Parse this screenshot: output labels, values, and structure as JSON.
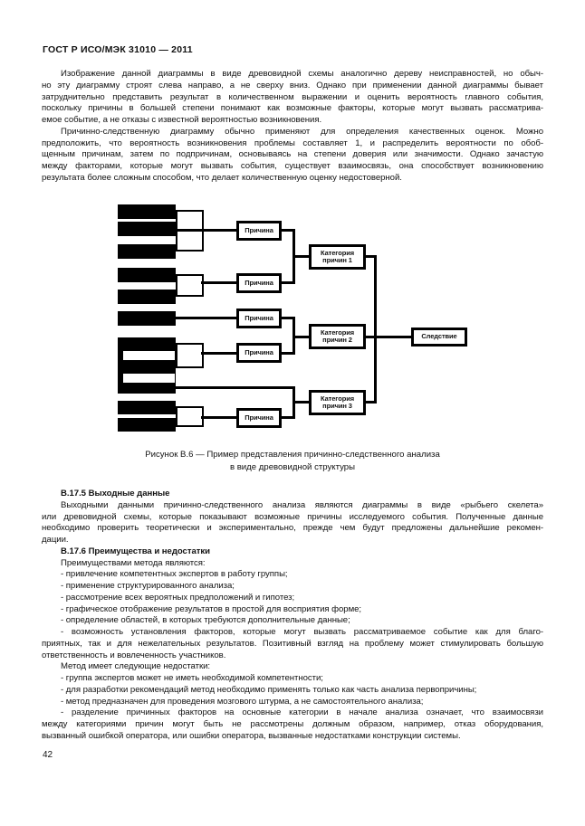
{
  "page": {
    "title": "ГОСТ Р ИСО/МЭК 31010 — 2011",
    "number": "42"
  },
  "intro": {
    "p1": [
      "Изображение данной диаграммы в виде древовидной схемы аналогично дереву неисправностей, но обыч-",
      "но эту диаграмму строят слева направо, а не сверху вниз. Однако при применении данной диаграммы бывает",
      "затруднительно представить результат в количественном выражении и оценить вероятность главного события,",
      "поскольку причины в большей степени понимают как возможные факторы, которые могут вызвать рассматрива-",
      "емое событие, а не отказы с известной вероятностью возникновения."
    ],
    "p2": [
      "Причинно-следственную диаграмму обычно применяют для определения качественных оценок. Можно",
      "предположить, что вероятность возникновения проблемы составляет 1, и распределить вероятности по обоб-",
      "щенным причинам, затем по подпричинам, основываясь на степени доверия или значимости. Однако зачастую",
      "между факторами, которые могут вызвать события, существует взаимосвязь, она способствует возникновению",
      "результата более сложным способом, что делает количественную оценку недостоверной."
    ]
  },
  "figure": {
    "cause_label": "Причина",
    "categories": [
      "Категория причин 1",
      "Категория причин 2",
      "Категория причин 3"
    ],
    "effect_label": "Следствие",
    "caption": [
      "Рисунок В.6 — Пример представления причинно-следственного анализа",
      "в виде древовидной структуры"
    ]
  },
  "sections": {
    "outputs": {
      "heading": "В.17.5 Выходные данные",
      "body": [
        "Выходными данными причинно-следственного анализа являются диаграммы в виде «рыбьего скелета»",
        "или древовидной схемы, которые показывают возможные причины исследуемого события. Полученные данные",
        "необходимо проверить теоретически и экспериментально, прежде чем будут предложены дальнейшие рекомен-",
        "дации."
      ]
    },
    "pros_cons": {
      "heading": "В.17.6 Преимущества и недостатки",
      "advantages_intro": [
        "Преимуществами метода являются:"
      ],
      "advantages": [
        [
          "- привлечение компетентных экспертов в работу группы;"
        ],
        [
          "- применение структурированного анализа;"
        ],
        [
          "- рассмотрение всех вероятных предположений и гипотез;"
        ],
        [
          "- графическое отображение результатов в простой для восприятия форме;"
        ],
        [
          "- определение областей, в которых требуются дополнительные данные;"
        ],
        [
          "- возможность установления факторов, которые могут вызвать рассматриваемое событие как для благо-",
          "приятных, так и для нежелательных результатов. Позитивный взгляд на проблему может стимулировать большую",
          "ответственность и вовлеченность участников."
        ]
      ],
      "disadvantages_intro": [
        "Метод имеет следующие недостатки:"
      ],
      "disadvantages": [
        [
          "- группа экспертов может не иметь необходимой компетентности;"
        ],
        [
          "- для разработки рекомендаций метод необходимо применять только как часть анализа первопричины;"
        ],
        [
          "- метод предназначен для проведения мозгового штурма, а не самостоятельного анализа;"
        ],
        [
          "- разделение причинных факторов на основные категории в начале анализа означает, что взаимосвязи",
          "между категориями причин могут быть не рассмотрены должным образом, например, отказ оборудования,",
          "вызванный ошибкой оператора, или ошибки оператора, вызванные недостатками конструкции системы."
        ]
      ]
    }
  }
}
